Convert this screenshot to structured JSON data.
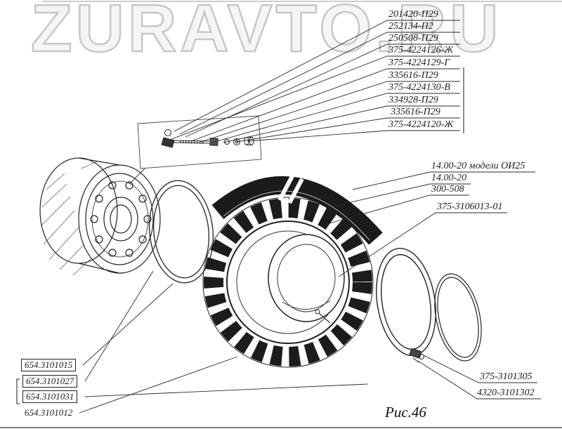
{
  "watermark": "ZURAVTO.RU",
  "caption": "Рис.46",
  "labels": {
    "valve": [
      "201420-П29",
      "252134-П2",
      "250508-П29",
      "375-4224126-Ж",
      "375-4224129-Г",
      "335616-П29",
      "375-4224130-В",
      "334928-П29",
      "335616-П29",
      "375-4224120-Ж"
    ],
    "tire": [
      "14.00-20 модели ОИ25",
      "14.00-20",
      "300-508",
      "375-3106013-01"
    ],
    "wheel": [
      "654.3101015",
      "654.3101027",
      "654.3101031",
      "654.3101012"
    ],
    "clamp": [
      "375-3101305",
      "4320-3101302"
    ]
  }
}
